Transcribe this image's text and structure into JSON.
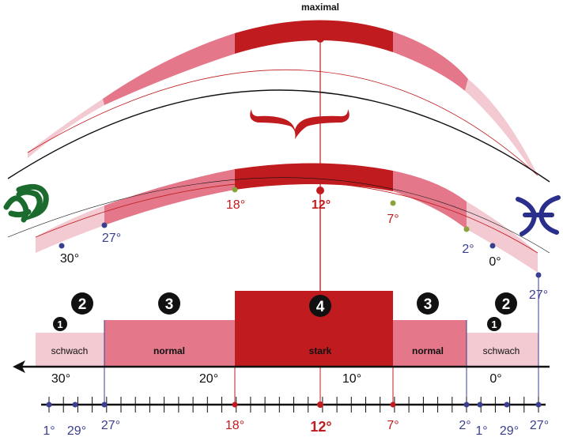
{
  "colors": {
    "strong": "#c01b1e",
    "normal": "#e4788a",
    "weak": "#f3c9d2",
    "blue": "#3a3f8f",
    "green": "#1a6b2d",
    "black": "#111111"
  },
  "top_arc": {
    "label": "maximal"
  },
  "arc_degree_labels": {
    "d30": "30°",
    "d27": "27°",
    "d18": "18°",
    "d12": "12°",
    "d7": "7°",
    "d2": "2°",
    "d0": "0°",
    "d27b": "27°"
  },
  "zones": {
    "weak_left": {
      "badge": "❶",
      "num": "2",
      "label": "schwach"
    },
    "normal_left": {
      "num": "3",
      "label": "normal"
    },
    "strong": {
      "num": "4",
      "label": "stark"
    },
    "normal_right": {
      "num": "3",
      "label": "normal"
    },
    "weak_right": {
      "badge": "❶",
      "num": "2",
      "label": "schwach"
    }
  },
  "axis_labels": {
    "a30": "30°",
    "a20": "20°",
    "a10": "10°",
    "a0": "0°"
  },
  "ruler_labels": {
    "r1": "1°",
    "r29": "29°",
    "r27": "27°",
    "r18": "18°",
    "r12": "12°",
    "r7": "7°",
    "r2": "2°",
    "r1b": "1°",
    "r29b": "29°",
    "r27b": "27°"
  }
}
